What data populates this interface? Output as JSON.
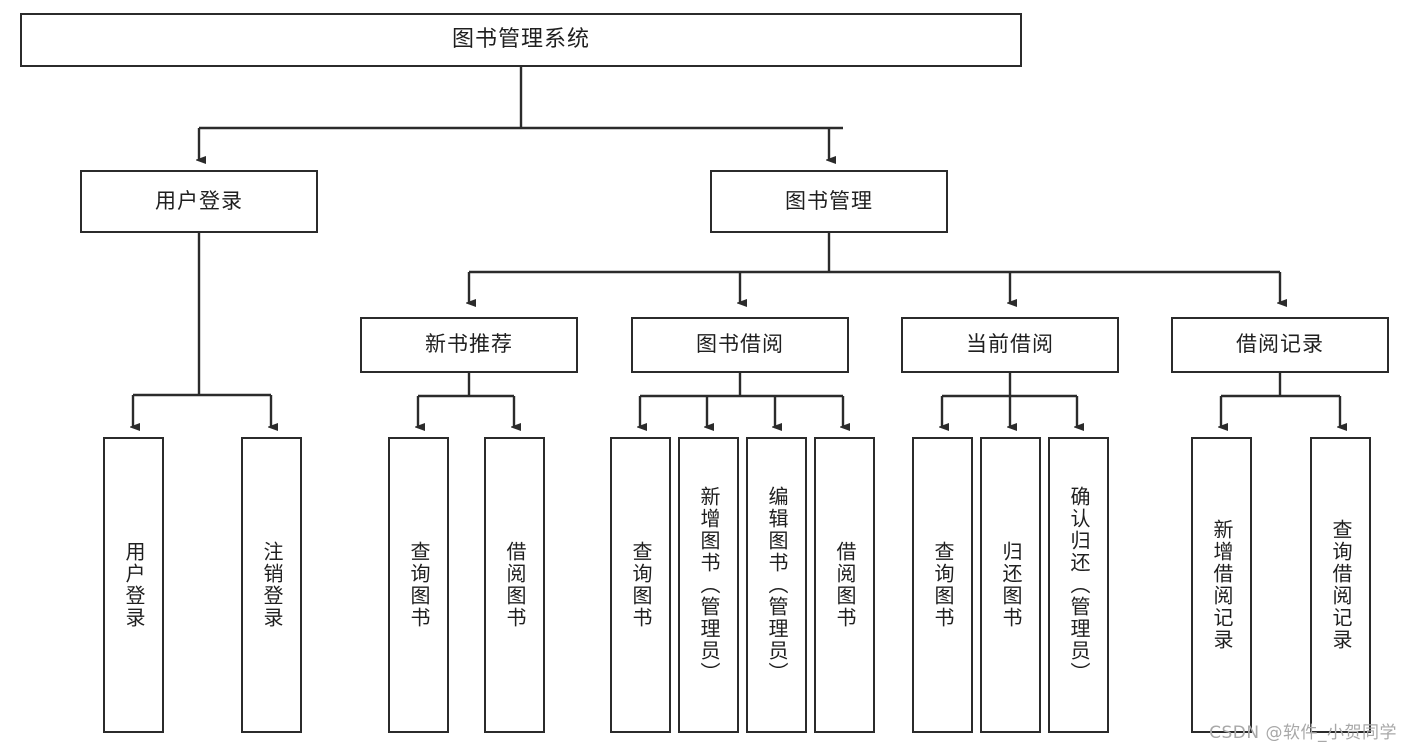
{
  "diagram": {
    "title": "图书管理系统",
    "type": "tree",
    "watermark": "CSDN @软件_小贺同学",
    "colors": {
      "background": "#ffffff",
      "node_border": "#2b2b2b",
      "node_fill": "#ffffff",
      "text": "#1f1f1f",
      "edge": "#2b2b2b",
      "watermark": "#a8a8a8"
    },
    "levels": {
      "root": {
        "label": "图书管理系统"
      },
      "level1": [
        {
          "label": "用户登录"
        },
        {
          "label": "图书管理"
        }
      ],
      "level2": [
        {
          "label": "新书推荐"
        },
        {
          "label": "图书借阅"
        },
        {
          "label": "当前借阅"
        },
        {
          "label": "借阅记录"
        }
      ]
    },
    "leaves": {
      "user_login": [
        {
          "label": "用户登录"
        },
        {
          "label": "注销登录"
        }
      ],
      "new_book_recommend": [
        {
          "label": "查询图书"
        },
        {
          "label": "借阅图书"
        }
      ],
      "book_borrow": [
        {
          "label": "查询图书"
        },
        {
          "label": "新增图书（管理员）"
        },
        {
          "label": "编辑图书（管理员）"
        },
        {
          "label": "借阅图书"
        }
      ],
      "current_borrow": [
        {
          "label": "查询图书"
        },
        {
          "label": "归还图书"
        },
        {
          "label": "确认归还（管理员）"
        }
      ],
      "borrow_record": [
        {
          "label": "新增借阅记录"
        },
        {
          "label": "查询借阅记录"
        }
      ]
    }
  }
}
